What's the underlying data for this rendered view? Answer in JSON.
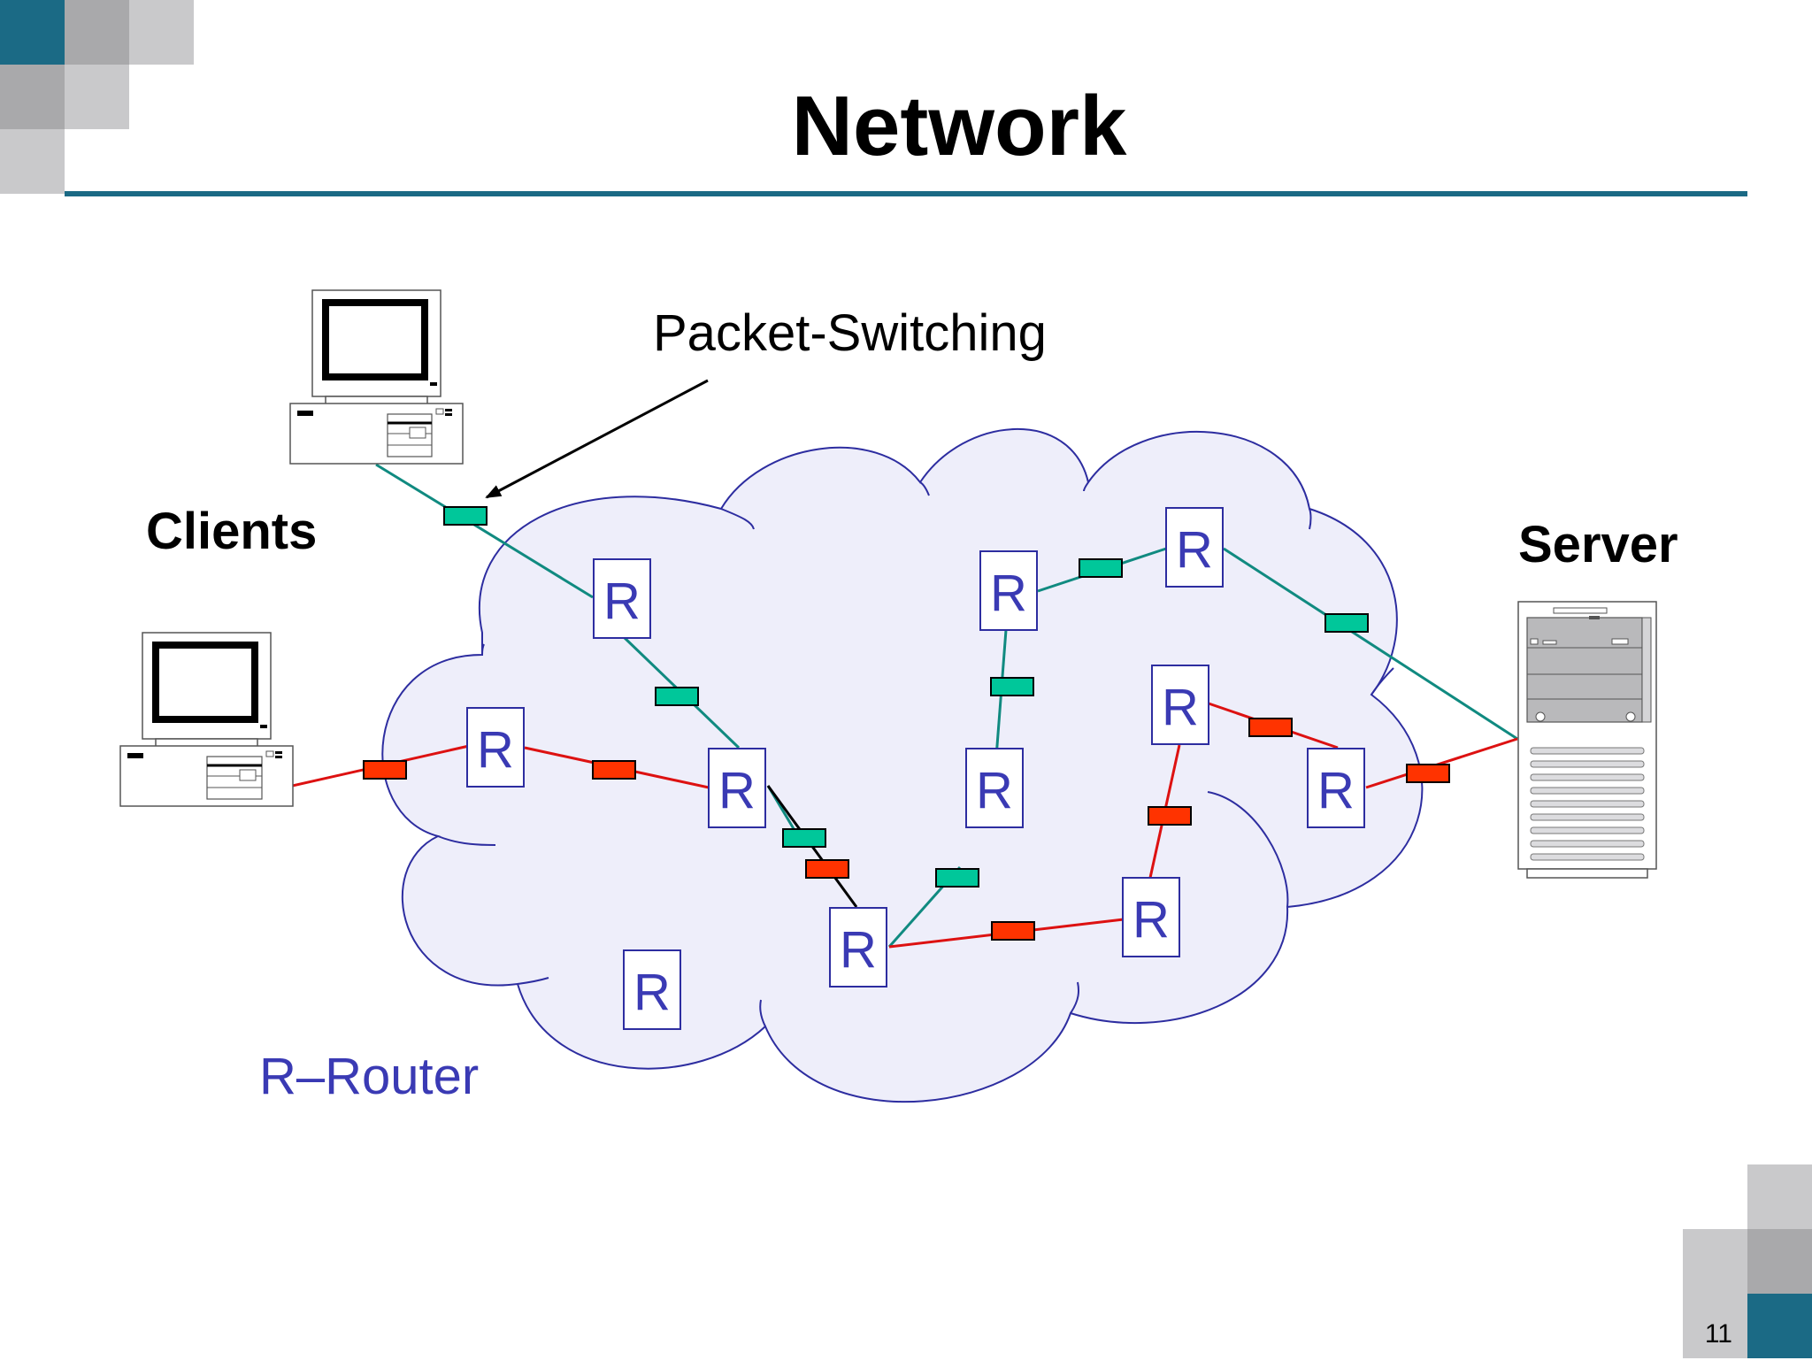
{
  "slide": {
    "title": "Network",
    "page_number": "11"
  },
  "labels": {
    "annotation": "Packet-Switching",
    "clients": "Clients",
    "server": "Server",
    "legend": "R–Router",
    "router_letter": "R"
  },
  "colors": {
    "accent": "#1b6a85",
    "cloud_fill": "#eeeefa",
    "cloud_stroke": "#2d2da0",
    "router_text": "#3a3ab4",
    "teal_packet": "#00c79a",
    "red_packet": "#ff3300",
    "teal_link": "#108a80",
    "red_link": "#dd1111",
    "grey_dark": "#a9a9ab",
    "grey_light": "#c9c9cb"
  },
  "icons": {
    "client": "desktop-computer-icon",
    "server": "tower-server-icon"
  }
}
